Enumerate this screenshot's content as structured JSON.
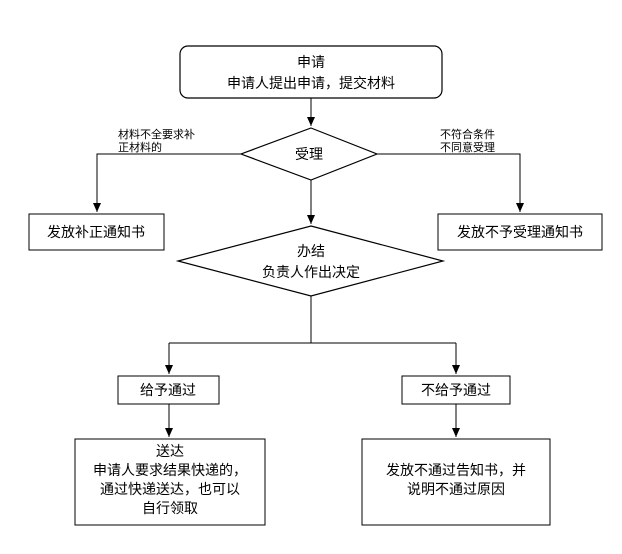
{
  "nodes": {
    "apply": {
      "line1": "申请",
      "line2": "申请人提出申请，提交材料"
    },
    "accept": {
      "label": "受理"
    },
    "correction_notice": {
      "label": "发放补正通知书"
    },
    "reject_notice": {
      "label": "发放不予受理通知书"
    },
    "decide": {
      "line1": "办结",
      "line2": "负责人作出决定"
    },
    "approve": {
      "label": "给予通过"
    },
    "deny": {
      "label": "不给予通过"
    },
    "deliver": {
      "line1": "送达",
      "line2": "申请人要求结果快递的，",
      "line3": "通过快递送达，也可以",
      "line4": "自行领取"
    },
    "deny_notice": {
      "line1": "发放不通过告知书，并",
      "line2": "说明不通过原因"
    }
  },
  "edge_labels": {
    "incomplete_1": "材料不全要求补",
    "incomplete_2": "正材料的",
    "noncompliant_1": "不符合条件",
    "noncompliant_2": "不同意受理"
  }
}
